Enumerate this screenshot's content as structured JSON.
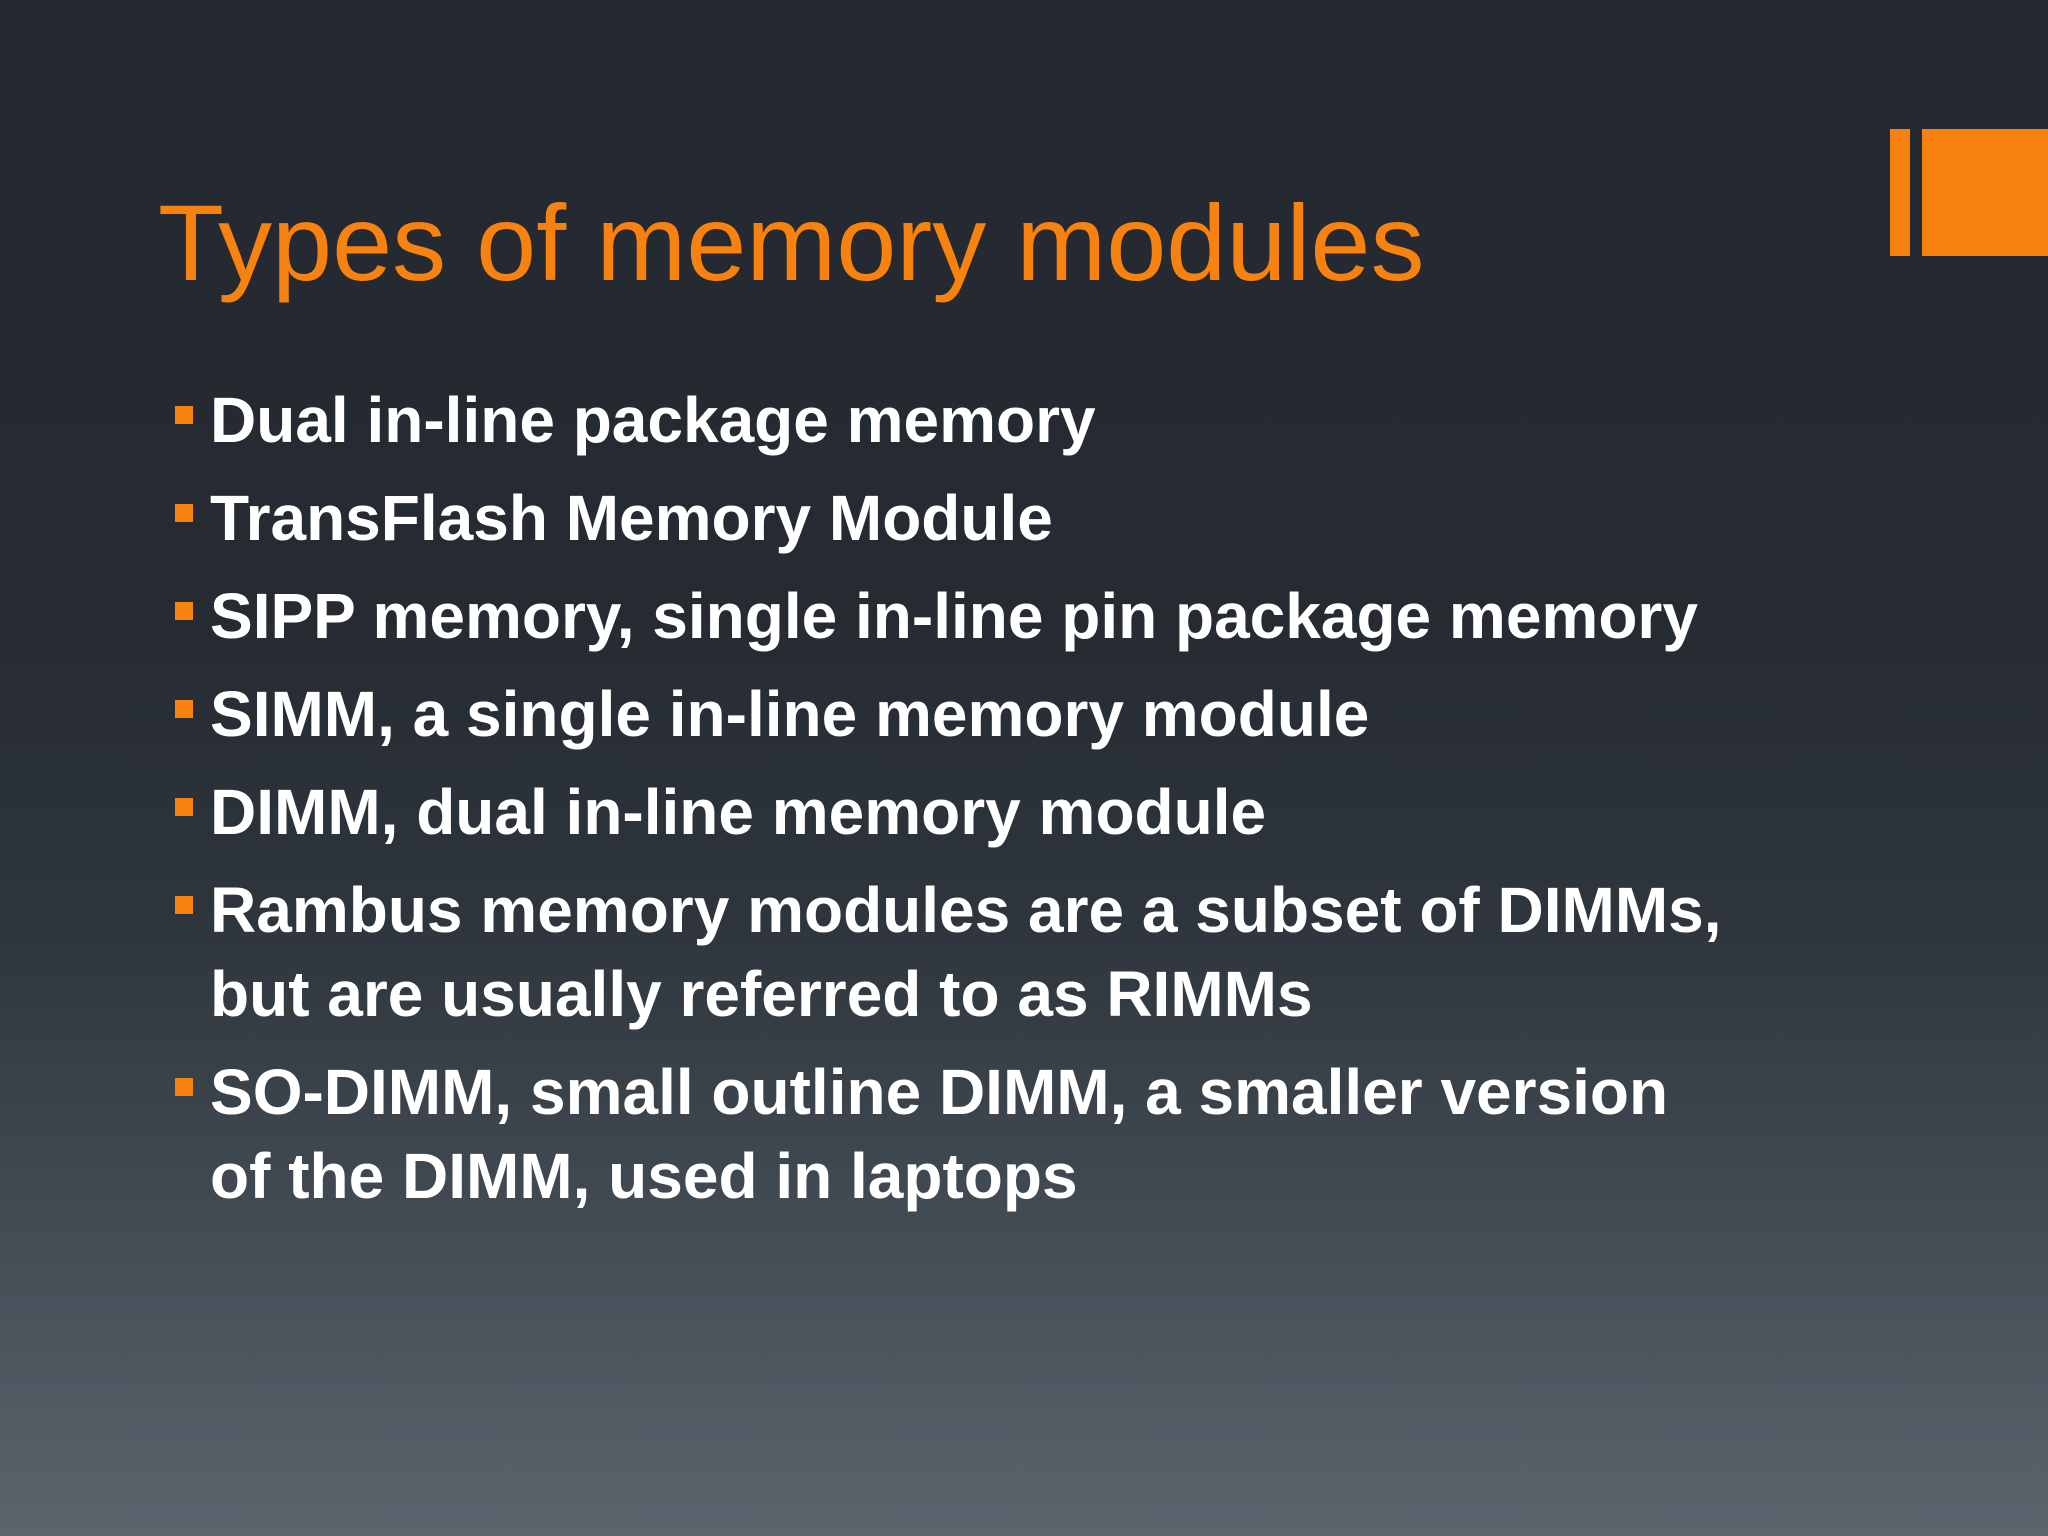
{
  "slide": {
    "title": "Types of memory modules",
    "accent_color": "#f7820f",
    "text_color": "#ffffff",
    "bullets": [
      "Dual in-line package memory",
      "TransFlash Memory Module",
      "SIPP memory, single in-line pin package memory",
      "SIMM, a single in-line memory module",
      "DIMM, dual in-line memory module",
      "Rambus memory modules are a subset of DIMMs, but are usually referred to as RIMMs",
      "SO-DIMM, small outline DIMM, a smaller version of the DIMM, used in laptops"
    ]
  }
}
